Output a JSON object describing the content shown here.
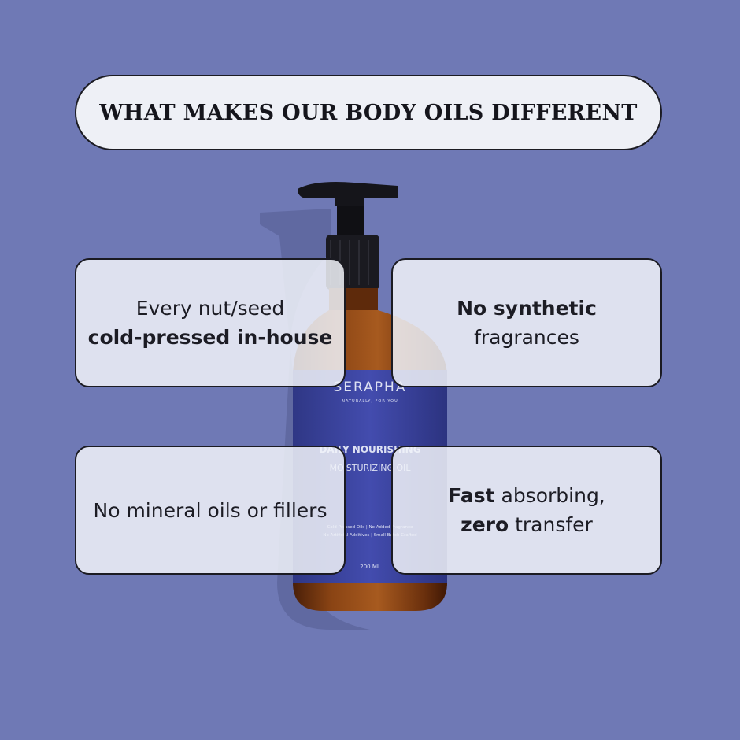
{
  "title": "WHAT MAKES OUR BODY OILS DIFFERENT",
  "colors": {
    "background": "#6f79b5",
    "pill": "#eef0f6",
    "card": "#f0f2f8",
    "label": "#3d46a0",
    "amber": "#7a3a12"
  },
  "bottle": {
    "brand": "SERAPHA",
    "tagline": "NATURALLY, FOR YOU",
    "product_line1": "DAILY NOURISHING",
    "product_line2": "MOISTURIZING OIL",
    "claims_line1": "Cold-Pressed Oils | No Added Fragrance",
    "claims_line2": "No Artificial Additives | Small Batch Crafted",
    "volume": "200 ML"
  },
  "features": [
    {
      "pre": "Every nut/seed",
      "bold": "cold-pressed in-house",
      "post": ""
    },
    {
      "bold": "No synthetic",
      "post": "fragrances"
    },
    {
      "text": "No mineral oils or fillers"
    },
    {
      "bold1": "Fast",
      "text1": " absorbing,",
      "bold2": "zero",
      "text2": " transfer"
    }
  ]
}
